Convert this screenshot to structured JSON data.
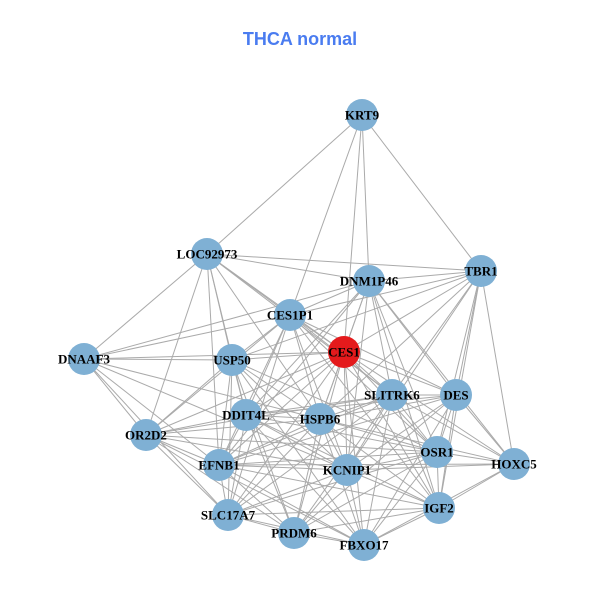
{
  "title": "THCA normal",
  "colors": {
    "node": "#7fb0d4",
    "highlight": "#e41a1c",
    "edge": "#aaaaaa",
    "title": "#4a7cf0"
  },
  "nodes": [
    {
      "id": "KRT9",
      "label": "KRT9"
    },
    {
      "id": "LOC92973",
      "label": "LOC92973"
    },
    {
      "id": "DNM1P46",
      "label": "DNM1P46"
    },
    {
      "id": "TBR1",
      "label": "TBR1"
    },
    {
      "id": "CES1P1",
      "label": "CES1P1"
    },
    {
      "id": "DNAAF3",
      "label": "DNAAF3"
    },
    {
      "id": "USP50",
      "label": "USP50"
    },
    {
      "id": "CES1",
      "label": "CES1",
      "highlight": true
    },
    {
      "id": "SLITRK6",
      "label": "SLITRK6"
    },
    {
      "id": "DES",
      "label": "DES"
    },
    {
      "id": "DDIT4L",
      "label": "DDIT4L"
    },
    {
      "id": "HSPB6",
      "label": "HSPB6"
    },
    {
      "id": "OR2D2",
      "label": "OR2D2"
    },
    {
      "id": "OSR1",
      "label": "OSR1"
    },
    {
      "id": "HOXC5",
      "label": "HOXC5"
    },
    {
      "id": "EFNB1",
      "label": "EFNB1"
    },
    {
      "id": "KCNIP1",
      "label": "KCNIP1"
    },
    {
      "id": "IGF2",
      "label": "IGF2"
    },
    {
      "id": "SLC17A7",
      "label": "SLC17A7"
    },
    {
      "id": "PRDM6",
      "label": "PRDM6"
    },
    {
      "id": "FBXO17",
      "label": "FBXO17"
    }
  ],
  "adjacency": {
    "KRT9": [
      "LOC92973",
      "CES1P1",
      "CES1",
      "DNM1P46",
      "TBR1"
    ],
    "LOC92973": [
      "TBR1",
      "DNM1P46",
      "DNAAF3",
      "USP50",
      "OR2D2",
      "EFNB1",
      "CES1P1",
      "CES1",
      "DDIT4L",
      "SLITRK6",
      "HSPB6"
    ],
    "TBR1": [
      "DNM1P46",
      "CES1P1",
      "USP50",
      "CES1",
      "SLITRK6",
      "DES",
      "HSPB6",
      "OSR1",
      "IGF2",
      "HOXC5",
      "KCNIP1"
    ],
    "DNM1P46": [
      "CES1P1",
      "DNAAF3",
      "CES1",
      "SLITRK6",
      "DES",
      "HSPB6",
      "KCNIP1",
      "OSR1",
      "IGF2",
      "HOXC5",
      "DDIT4L",
      "EFNB1"
    ],
    "CES1P1": [
      "DNAAF3",
      "USP50",
      "CES1",
      "OR2D2",
      "DDIT4L",
      "HSPB6",
      "SLITRK6",
      "OSR1",
      "IGF2",
      "EFNB1",
      "SLC17A7",
      "KCNIP1",
      "DES"
    ],
    "DNAAF3": [
      "USP50",
      "CES1",
      "OR2D2",
      "SLC17A7",
      "EFNB1",
      "HSPB6",
      "KCNIP1"
    ],
    "USP50": [
      "CES1",
      "OR2D2",
      "DDIT4L",
      "EFNB1",
      "SLC17A7",
      "HSPB6",
      "KCNIP1",
      "OSR1",
      "FBXO17",
      "PRDM6"
    ],
    "CES1": [
      "SLITRK6",
      "DES",
      "HSPB6",
      "DDIT4L",
      "EFNB1",
      "KCNIP1",
      "OSR1",
      "IGF2",
      "FBXO17",
      "PRDM6",
      "SLC17A7",
      "OR2D2",
      "HOXC5"
    ],
    "SLITRK6": [
      "DES",
      "DDIT4L",
      "HSPB6",
      "OR2D2",
      "EFNB1",
      "KCNIP1",
      "OSR1",
      "HOXC5",
      "IGF2",
      "FBXO17",
      "PRDM6",
      "SLC17A7"
    ],
    "DES": [
      "HSPB6",
      "DDIT4L",
      "OSR1",
      "HOXC5",
      "IGF2",
      "KCNIP1",
      "FBXO17",
      "PRDM6",
      "EFNB1"
    ],
    "DDIT4L": [
      "HSPB6",
      "OR2D2",
      "EFNB1",
      "KCNIP1",
      "OSR1",
      "IGF2",
      "SLC17A7",
      "PRDM6",
      "FBXO17"
    ],
    "HSPB6": [
      "OR2D2",
      "EFNB1",
      "KCNIP1",
      "OSR1",
      "HOXC5",
      "IGF2",
      "SLC17A7",
      "PRDM6",
      "FBXO17"
    ],
    "OR2D2": [
      "EFNB1",
      "KCNIP1",
      "OSR1",
      "SLC17A7",
      "PRDM6",
      "FBXO17"
    ],
    "OSR1": [
      "HOXC5",
      "IGF2",
      "KCNIP1",
      "EFNB1",
      "SLC17A7",
      "PRDM6",
      "FBXO17"
    ],
    "HOXC5": [
      "IGF2",
      "KCNIP1",
      "FBXO17",
      "EFNB1"
    ],
    "EFNB1": [
      "KCNIP1",
      "IGF2",
      "SLC17A7",
      "PRDM6",
      "FBXO17"
    ],
    "KCNIP1": [
      "IGF2",
      "SLC17A7",
      "PRDM6",
      "FBXO17"
    ],
    "IGF2": [
      "SLC17A7",
      "PRDM6",
      "FBXO17"
    ],
    "SLC17A7": [
      "PRDM6",
      "FBXO17"
    ],
    "PRDM6": [
      "FBXO17"
    ]
  }
}
